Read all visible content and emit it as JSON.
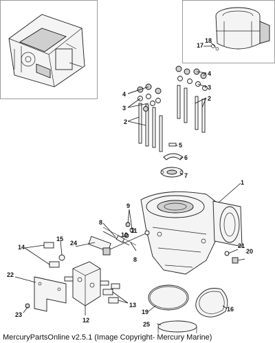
{
  "diagram": {
    "callouts": {
      "c1": "1",
      "c2a": "2",
      "c2b": "2",
      "c3a": "3",
      "c3b": "3",
      "c4a": "4",
      "c4b": "4",
      "c5": "5",
      "c6": "6",
      "c7": "7",
      "c8a": "8",
      "c8b": "8",
      "c9": "9",
      "c10": "10",
      "c11": "11",
      "c12": "12",
      "c13": "13",
      "c14": "14",
      "c15": "15",
      "c16": "16",
      "c17": "17",
      "c18": "18",
      "c19": "19",
      "c20": "20",
      "c21": "21",
      "c22": "22",
      "c23": "23",
      "c24": "24",
      "c25": "25"
    }
  },
  "footer": {
    "copyright": "MercuryPartsOnline v2.5.1 (Image Copyright- Mercury Marine)"
  }
}
